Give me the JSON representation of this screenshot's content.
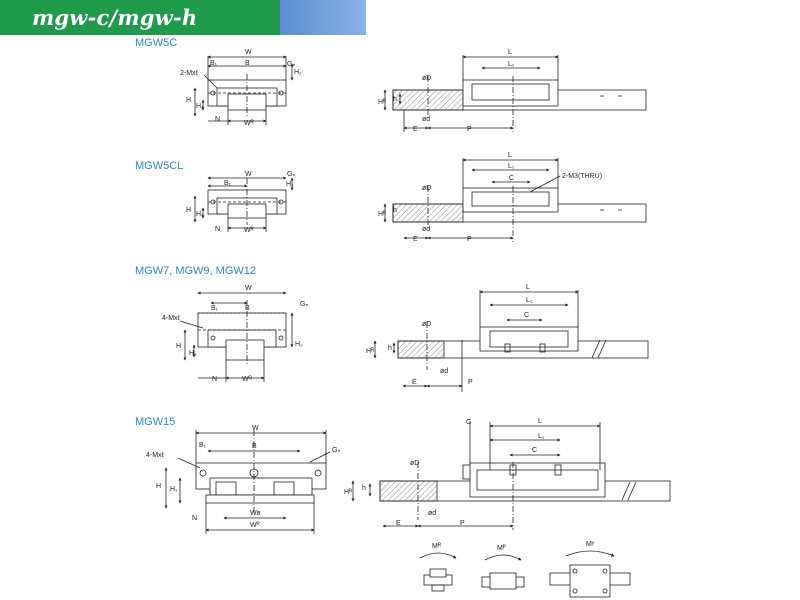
{
  "header": {
    "title": "mgw-c/mgw-h"
  },
  "sections": {
    "s1": {
      "title": "MGW5C",
      "mx": "2-Mxℓ",
      "dim_w": "W",
      "dim_b1": "B₁",
      "dim_b": "B",
      "dim_gn": "Gₙ",
      "dim_h2": "H₂",
      "dim_h": "H",
      "dim_h1": "H₁",
      "dim_n": "N",
      "dim_wr": "Wᴿ",
      "dim_l": "L",
      "dim_l1": "L₁",
      "dim_od": "øD",
      "dim_hr": "Hᴿ",
      "dim_hsmall": "h",
      "dim_d": "ød",
      "dim_e": "E",
      "dim_p": "P"
    },
    "s2": {
      "title": "MGW5CL",
      "dim_w": "W",
      "dim_b1": "B₁",
      "dim_gn": "Gₙ",
      "dim_h2": "H₂",
      "dim_h": "H",
      "dim_h1": "H₁",
      "dim_n": "N",
      "dim_wr": "Wᴿ",
      "dim_l": "L",
      "dim_l1": "L₁",
      "dim_c": "C",
      "m3": "2-M3(THRU)",
      "dim_od": "øD",
      "dim_hr": "Hᴿ",
      "dim_hsmall": "h",
      "dim_d": "ød",
      "dim_e": "E",
      "dim_p": "P"
    },
    "s3": {
      "title": "MGW7, MGW9, MGW12",
      "mx": "4-Mxℓ",
      "dim_w": "W",
      "dim_b1": "B₁",
      "dim_b": "B",
      "dim_gn": "Gₙ",
      "dim_h2": "H₂",
      "dim_h": "H",
      "dim_h1": "H₁",
      "dim_n": "N",
      "dim_wr": "Wᴿ",
      "dim_l": "L",
      "dim_l1": "L₁",
      "dim_c": "C",
      "dim_od": "øD",
      "dim_hr": "Hᴿ",
      "dim_hsmall": "h",
      "dim_d": "ød",
      "dim_e": "E",
      "dim_p": "P"
    },
    "s4": {
      "title": "MGW15",
      "mx": "4-Mxℓ",
      "dim_w": "W",
      "dim_b1": "B₁",
      "dim_b": "B",
      "dim_gn": "Gₙ",
      "dim_h": "H",
      "dim_h1": "H₁",
      "dim_n": "N",
      "dim_wb": "Wʙ",
      "dim_wr": "Wᴿ",
      "dim_g": "G",
      "dim_l": "L",
      "dim_l1": "L₁",
      "dim_c": "C",
      "dim_od": "øD",
      "dim_hr": "Hᴿ",
      "dim_hsmall": "h",
      "dim_d": "ød",
      "dim_e": "E",
      "dim_p": "P"
    }
  },
  "moments": {
    "mr": "Mᴿ",
    "mp": "Mᴾ",
    "my": "Mʸ"
  }
}
